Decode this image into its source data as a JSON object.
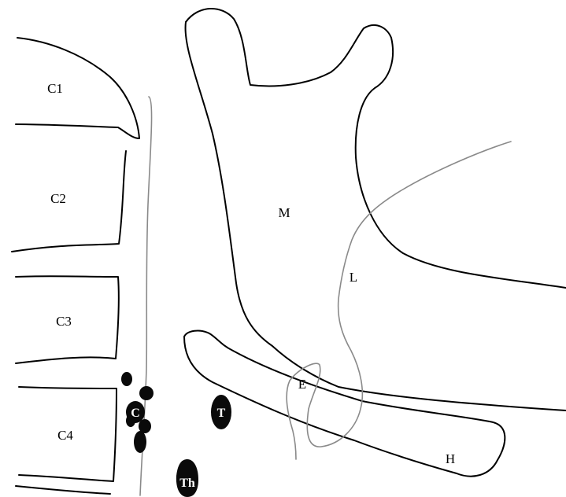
{
  "labels": {
    "c1": "C1",
    "c2": "C2",
    "c3": "C3",
    "c4": "C4",
    "m": "M",
    "l": "L",
    "e": "E",
    "h": "H",
    "t": "T",
    "th": "Th",
    "c": "C"
  },
  "colors": {
    "outline": "#000000",
    "gray_line": "#8a8a8a",
    "background": "#ffffff"
  }
}
